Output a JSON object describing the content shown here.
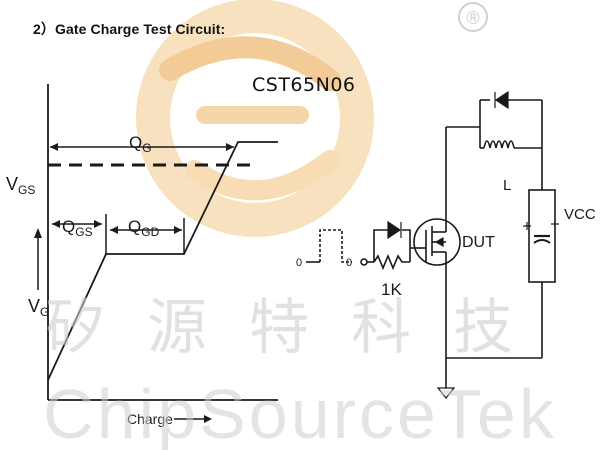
{
  "heading": "2）Gate Charge Test Circuit:",
  "part_number": "CST65N06",
  "registered_mark": "®",
  "waveform": {
    "qg": {
      "main": "Q",
      "sub": "G"
    },
    "qgs": {
      "main": "Q",
      "sub": "GS"
    },
    "qgd": {
      "main": "Q",
      "sub": "GD"
    },
    "vgs": {
      "main": "V",
      "sub": "GS"
    },
    "vg": {
      "main": "V",
      "sub": "G"
    },
    "xaxis": "Charge"
  },
  "circuit": {
    "pulse_label": "0",
    "input_label": "0",
    "resistor": "1K",
    "dut": "DUT",
    "inductor": "L",
    "supply": "VCC"
  },
  "watermark": {
    "cn": "矽源特科技",
    "en": "ChipSourceTek"
  },
  "colors": {
    "ink": "#1a1a1a",
    "watermark_gray": "#c9c9c9",
    "logo_orange": "#f6d2a0",
    "logo_orange_deep": "#efb66c"
  }
}
